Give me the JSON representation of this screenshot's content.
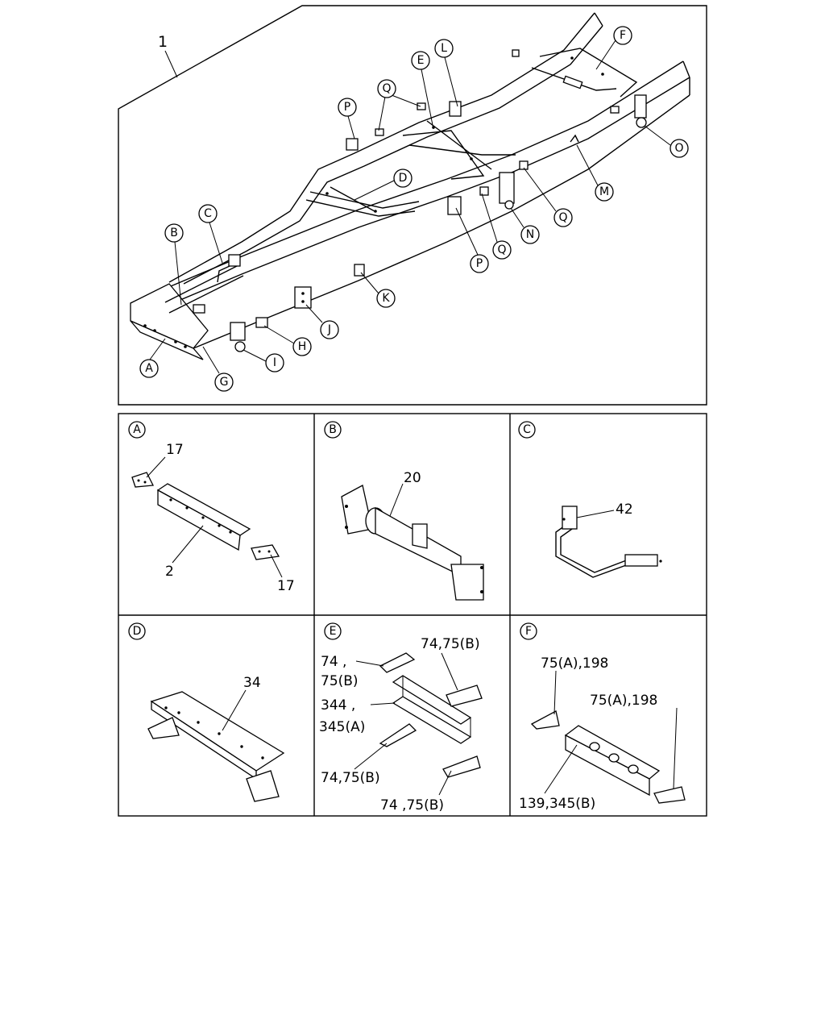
{
  "main": {
    "assembly_number": "1",
    "callouts": [
      "A",
      "B",
      "C",
      "D",
      "E",
      "F",
      "G",
      "H",
      "I",
      "J",
      "K",
      "L",
      "M",
      "N",
      "O",
      "P",
      "Q"
    ]
  },
  "panels": {
    "A": {
      "letter": "A",
      "labels": [
        "17",
        "2",
        "17"
      ]
    },
    "B": {
      "letter": "B",
      "labels": [
        "20"
      ]
    },
    "C": {
      "letter": "C",
      "labels": [
        "42"
      ]
    },
    "D": {
      "letter": "D",
      "labels": [
        "34"
      ]
    },
    "E": {
      "letter": "E",
      "labels": [
        "74,75(B)",
        "74 ,",
        "75(B)",
        "344 ,",
        "345(A)",
        "74,75(B)",
        "74 ,75(B)"
      ]
    },
    "F": {
      "letter": "F",
      "labels": [
        "75(A),198",
        "75(A),198",
        "139,345(B)"
      ]
    }
  }
}
